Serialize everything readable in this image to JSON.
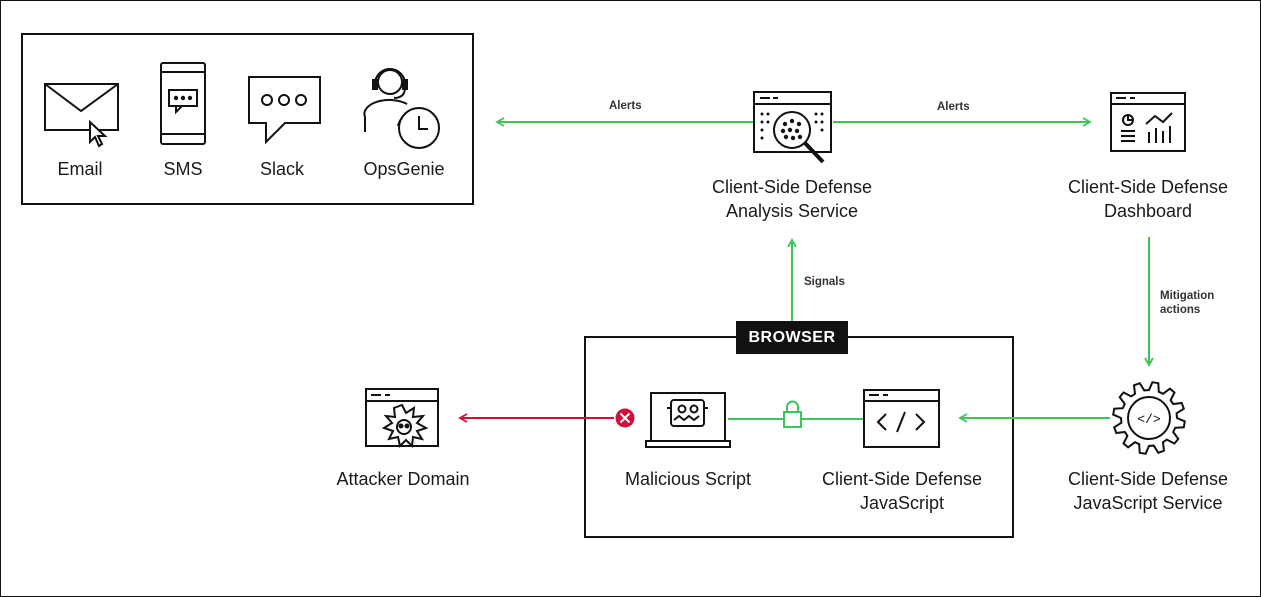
{
  "notifications": {
    "email": "Email",
    "sms": "SMS",
    "slack": "Slack",
    "opsgenie": "OpsGenie"
  },
  "analysis_service": {
    "line1": "Client-Side Defense",
    "line2": "Analysis Service"
  },
  "dashboard": {
    "line1": "Client-Side Defense",
    "line2": "Dashboard"
  },
  "js_service": {
    "line1": "Client-Side Defense",
    "line2": "JavaScript Service"
  },
  "js_client": {
    "line1": "Client-Side Defense",
    "line2": "JavaScript"
  },
  "malicious_script": "Malicious Script",
  "attacker_domain": "Attacker Domain",
  "browser_badge": "BROWSER",
  "edges": {
    "alerts_left": "Alerts",
    "alerts_right": "Alerts",
    "signals": "Signals",
    "mitigation_line1": "Mitigation",
    "mitigation_line2": "actions"
  },
  "colors": {
    "flow": "#3cc55a",
    "attack": "#d0103a",
    "ink": "#1a1a1a"
  }
}
